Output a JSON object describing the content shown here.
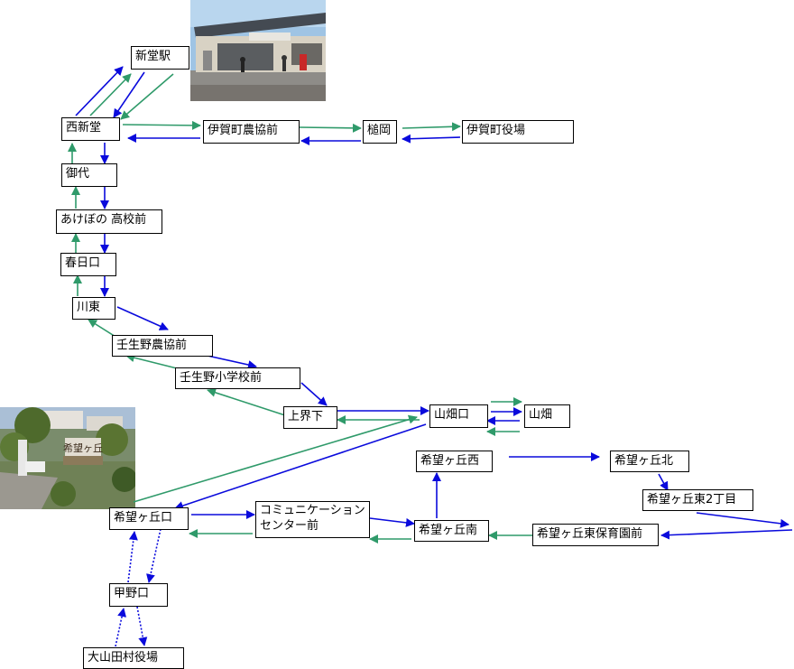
{
  "stops": {
    "shindo_eki": "新堂駅",
    "nishi_shindo": "西新堂",
    "iga_nokyo": "伊賀町農協前",
    "tsuchioka": "槌岡",
    "iga_yakuba": "伊賀町役場",
    "mishiro": "御代",
    "akebono": "あけぼの 高校前",
    "kasugaguchi": "春日口",
    "kawahigashi": "川東",
    "mibuno_nokyo": "壬生野農協前",
    "mibuno_sho": "壬生野小学校前",
    "kamikai_shita": "上界下",
    "yamabataguchi": "山畑口",
    "yamabata": "山畑",
    "kibo_nishi": "希望ヶ丘西",
    "kibo_kita": "希望ヶ丘北",
    "kibo_higashi2": "希望ヶ丘東2丁目",
    "kibo_guchi": "希望ヶ丘口",
    "community_1": "コミュニケーション",
    "community_2": "センター前",
    "kibo_minami": "希望ヶ丘南",
    "kibo_hoikuen": "希望ヶ丘東保育園前",
    "kono_guchi": "甲野口",
    "oyamada": "大山田村役場"
  },
  "photo_sign_text": "希望ヶ丘",
  "colors": {
    "outbound": "#0a0adc",
    "inbound": "#2f9a6a",
    "border": "#000000"
  }
}
